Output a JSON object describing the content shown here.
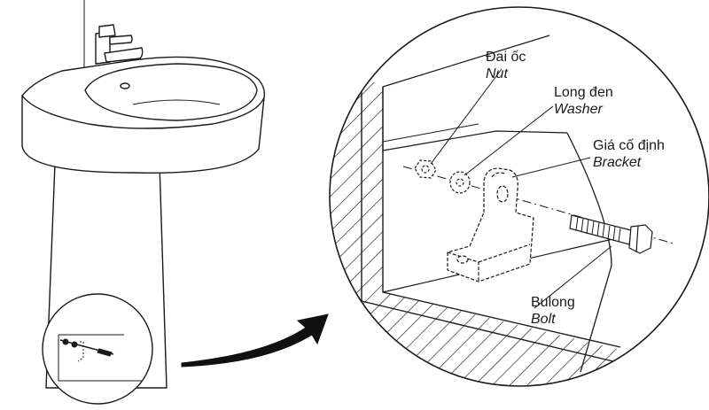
{
  "diagram": {
    "labels": {
      "nut": {
        "vi": "Đai ốc",
        "en": "Nut"
      },
      "washer": {
        "vi": "Long đen",
        "en": "Washer"
      },
      "bracket": {
        "vi": "Giá cố định",
        "en": "Bracket"
      },
      "bolt": {
        "vi": "Bulong",
        "en": "Bolt"
      }
    },
    "colors": {
      "line": "#1a1a1a",
      "background": "#ffffff"
    }
  }
}
